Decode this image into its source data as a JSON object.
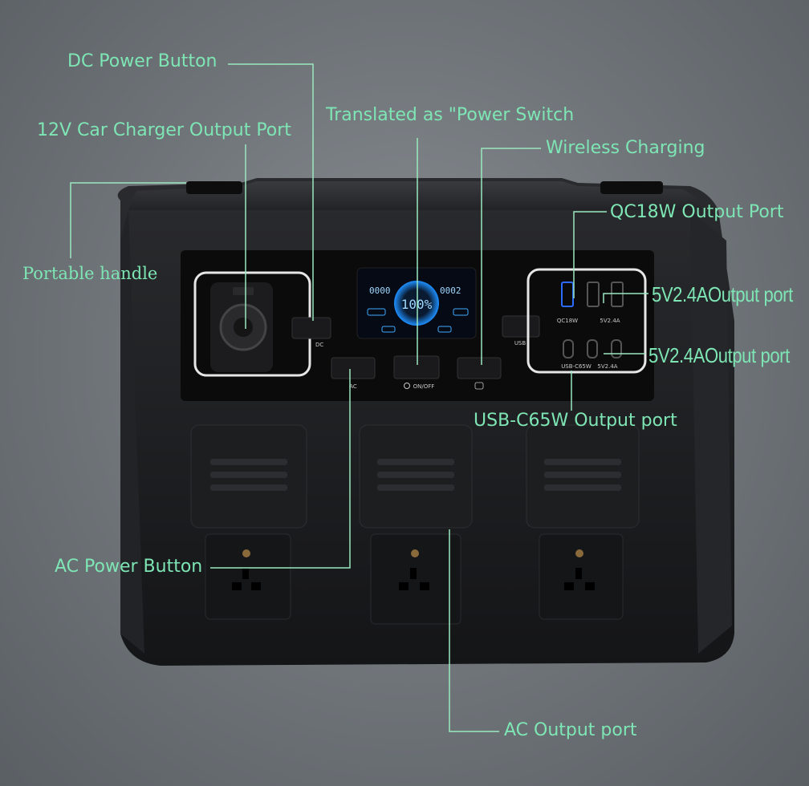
{
  "callouts": {
    "dc_power_button": "DC Power Button",
    "car_charger_port": "12V Car Charger Output Port",
    "power_switch": "Translated as \"Power Switch",
    "wireless_charging": "Wireless Charging",
    "qc18w_port": "QC18W Output Port",
    "portable_handle": "Portable handle",
    "usb_a_5v_port": "5V2.4AOutput port",
    "usb_c_5v_port": "5V2.4AOutput port",
    "usb_c65w_port": "USB-C65W Output port",
    "ac_power_button": "AC Power Button",
    "ac_output_port": "AC Output port"
  },
  "device": {
    "lcd_percent": "100%",
    "lcd_left_readout": "0000",
    "lcd_right_readout": "0002",
    "button_labels": {
      "dc": "DC",
      "ac": "AC",
      "on_off": "ON/OFF",
      "usb": "USB"
    },
    "port_labels": {
      "qc18w": "QC18W",
      "usb_a_5v": "5V2.4A",
      "usb_c65w": "USB-C65W",
      "usb_c_5v": "5V2.4A"
    }
  },
  "colors": {
    "callout_text": "#7ee6b4",
    "callout_line": "#9be8c0",
    "device_body": "#1c1d1f",
    "lcd_ring": "#1e90ff"
  }
}
